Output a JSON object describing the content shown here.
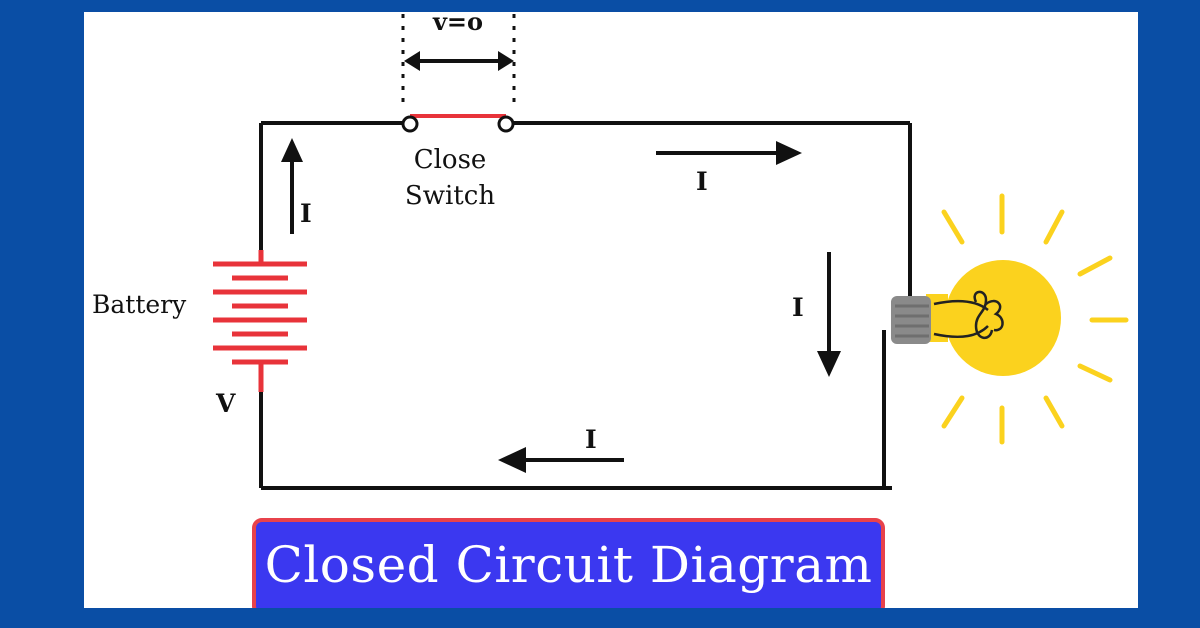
{
  "diagram": {
    "title": "Closed Circuit Diagram",
    "switch_voltage_label": "v=o",
    "switch_label_line1": "Close",
    "switch_label_line2": "Switch",
    "battery_label": "Battery",
    "voltage_label": "V",
    "current_label_top": "I",
    "current_label_left": "I",
    "current_label_right": "I",
    "current_label_bottom": "I"
  },
  "colors": {
    "outer_background": "#0a4ea5",
    "wire": "#111111",
    "battery_and_switch": "#e8333a",
    "title_fill": "#3b38f0",
    "title_border": "#e8424b",
    "bulb": "#fbd21e",
    "bulb_base": "#8a8a8a"
  }
}
